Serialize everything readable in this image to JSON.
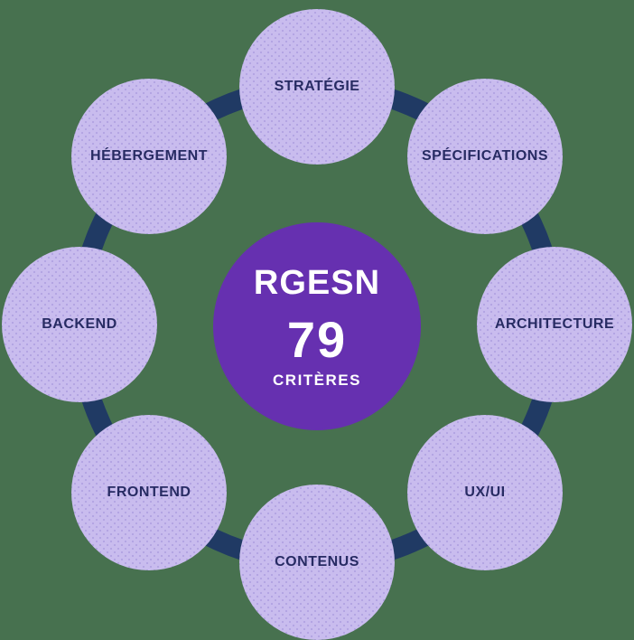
{
  "diagram": {
    "center": {
      "title": "RGESN",
      "number": "79",
      "subtitle": "CRITÈRES"
    },
    "nodes": [
      {
        "id": "strategie",
        "label": "STRATÉGIE"
      },
      {
        "id": "specifications",
        "label": "SPÉCIFICATIONS"
      },
      {
        "id": "architecture",
        "label": "ARCHITECTURE"
      },
      {
        "id": "uxui",
        "label": "UX/UI"
      },
      {
        "id": "contenus",
        "label": "CONTENUS"
      },
      {
        "id": "frontend",
        "label": "FRONTEND"
      },
      {
        "id": "backend",
        "label": "BACKEND"
      },
      {
        "id": "hebergement",
        "label": "HÉBERGEMENT"
      }
    ],
    "colors": {
      "background": "#47714f",
      "ring": "#203a64",
      "node_fill": "#c9bcee",
      "node_dot": "#b3a4e2",
      "node_text": "#272b63",
      "center_fill": "#6630b0",
      "center_text": "#ffffff"
    }
  }
}
